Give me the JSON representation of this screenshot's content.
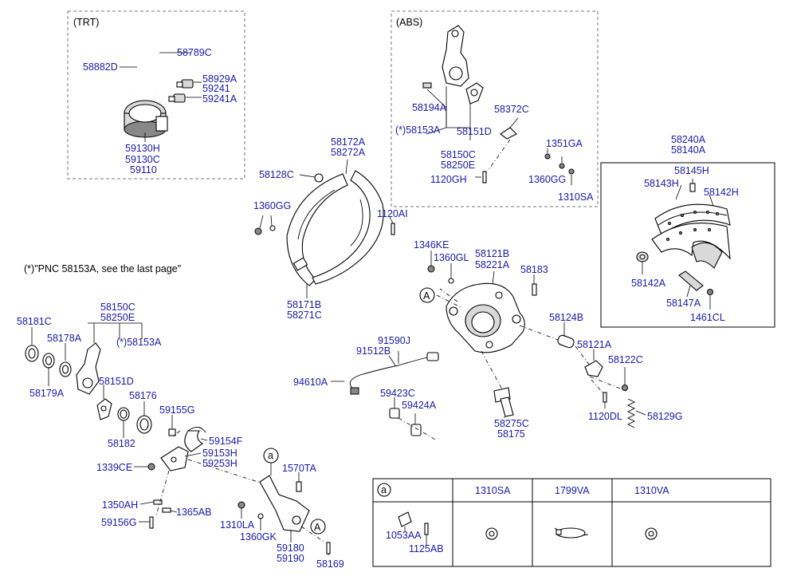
{
  "groups": {
    "trt": "(TRT)",
    "abs": "(ABS)"
  },
  "note": "(*)\"PNC 58153A, see the last page\"",
  "callouts": {
    "a_ref": "A",
    "a_ref2": "A",
    "small_a": "a"
  },
  "labels": {
    "l58882D": "58882D",
    "l58789C": "58789C",
    "l58929A": "58929A",
    "l59241": "59241",
    "l59241A": "59241A",
    "l59130H": "59130H",
    "l59130C": "59130C",
    "l59110": "59110",
    "l58194A": "58194A",
    "l58372C": "58372C",
    "l58153A_abs": "(*)58153A",
    "l58151D_abs": "58151D",
    "l58150C_abs": "58150C",
    "l58250E_abs": "58250E",
    "l1351GA": "1351GA",
    "l1120GH": "1120GH",
    "l1360GG_abs": "1360GG",
    "l1310SA_abs": "1310SA",
    "l58240A": "58240A",
    "l58140A": "58140A",
    "l58145H": "58145H",
    "l58143H": "58143H",
    "l58142H": "58142H",
    "l58142A": "58142A",
    "l58147A": "58147A",
    "l1461CL": "1461CL",
    "l58172A": "58172A",
    "l58272A": "58272A",
    "l58128C": "58128C",
    "l1360GG": "1360GG",
    "l1120AI": "1120AI",
    "l58171B": "58171B",
    "l58271C": "58271C",
    "l1346KE": "1346KE",
    "l1360GL": "1360GL",
    "l58121B": "58121B",
    "l58221A": "58221A",
    "l58183": "58183",
    "l58124B": "58124B",
    "l58121A": "58121A",
    "l58122C": "58122C",
    "l1120DL": "1120DL",
    "l58129G": "58129G",
    "l91590J": "91590J",
    "l91512B": "91512B",
    "l94610A": "94610A",
    "l59423C": "59423C",
    "l59424A": "59424A",
    "l58275C": "58275C",
    "l58175": "58175",
    "l58181C": "58181C",
    "l58150C": "58150C",
    "l58250E": "58250E",
    "l58178A": "58178A",
    "l58153A": "(*)58153A",
    "l58179A": "58179A",
    "l58151D": "58151D",
    "l58176": "58176",
    "l58182": "58182",
    "l59155G": "59155G",
    "l59154F": "59154F",
    "l59153H": "59153H",
    "l59253H": "59253H",
    "l1339CE": "1339CE",
    "l1570TA": "1570TA",
    "l1350AH": "1350AH",
    "l1365AB": "1365AB",
    "l59156G": "59156G",
    "l1310LA": "1310LA",
    "l1360GK": "1360GK",
    "l59180": "59180",
    "l59190": "59190",
    "l58169": "58169"
  },
  "table": {
    "headers": [
      "a",
      "1310SA",
      "1799VA",
      "1310VA"
    ],
    "cell_labels": [
      "1053AA",
      "1125AB"
    ]
  }
}
